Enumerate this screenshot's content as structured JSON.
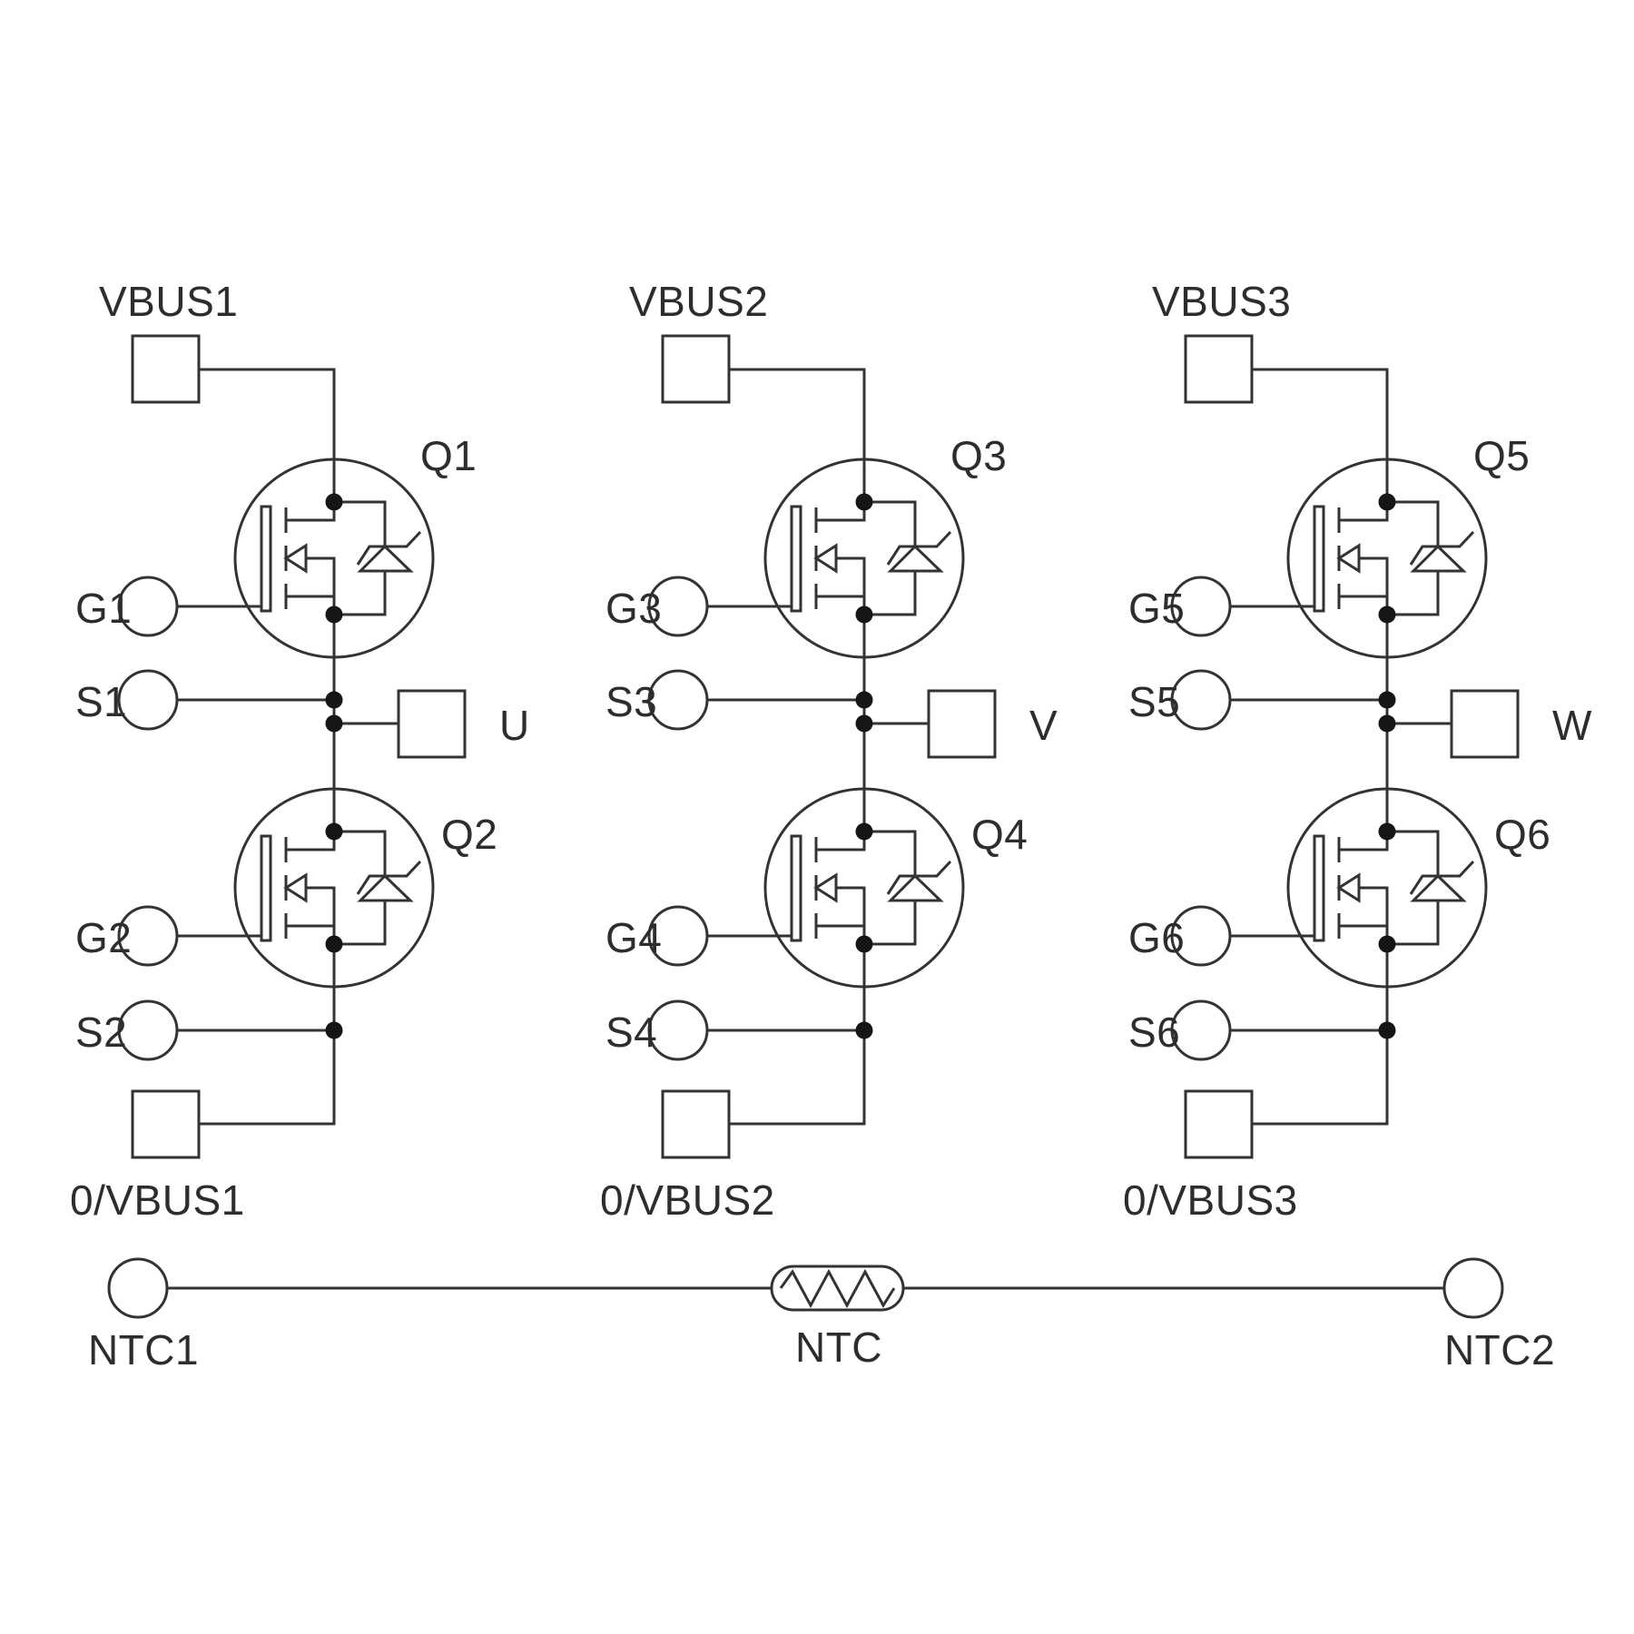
{
  "diagram": {
    "kind": "schematic",
    "description": "Three-phase MOSFET half-bridge power module with NTC thermistor",
    "colors": {
      "background": "#ffffff",
      "line": "#333333",
      "junction_dot": "#161616",
      "text": "#2d2d2d"
    },
    "phases": [
      {
        "bus_label": "VBUS1",
        "high_side_ref": "Q1",
        "high_gate_pin": "G1",
        "high_source_pin": "S1",
        "output_label": "U",
        "low_side_ref": "Q2",
        "low_gate_pin": "G2",
        "low_source_pin": "S2",
        "return_label": "0/VBUS1"
      },
      {
        "bus_label": "VBUS2",
        "high_side_ref": "Q3",
        "high_gate_pin": "G3",
        "high_source_pin": "S3",
        "output_label": "V",
        "low_side_ref": "Q4",
        "low_gate_pin": "G4",
        "low_source_pin": "S4",
        "return_label": "0/VBUS2"
      },
      {
        "bus_label": "VBUS3",
        "high_side_ref": "Q5",
        "high_gate_pin": "G5",
        "high_source_pin": "S5",
        "output_label": "W",
        "low_side_ref": "Q6",
        "low_gate_pin": "G6",
        "low_source_pin": "S6",
        "return_label": "0/VBUS3"
      }
    ],
    "thermistor": {
      "left_pin_label": "NTC1",
      "component_label": "NTC",
      "right_pin_label": "NTC2"
    }
  }
}
